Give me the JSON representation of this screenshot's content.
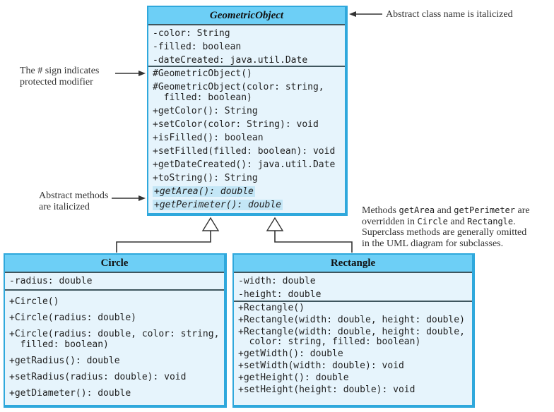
{
  "colors": {
    "header_bg": "#6dcff6",
    "body_bg": "#e6f4fc",
    "box_border": "#2fa8dc",
    "compartment_divider": "#3f565e",
    "abstract_highlight": "#c3e6f6",
    "connector_line": "#333333"
  },
  "classes": {
    "geometric_object": {
      "name": "GeometricObject",
      "attributes": [
        "-color: String",
        "-filled: boolean",
        "-dateCreated: java.util.Date"
      ],
      "methods": [
        {
          "text": "#GeometricObject()"
        },
        {
          "text": "#GeometricObject(color: string,\n  filled: boolean)"
        },
        {
          "text": "+getColor(): String"
        },
        {
          "text": "+setColor(color: String): void"
        },
        {
          "text": "+isFilled(): boolean"
        },
        {
          "text": "+setFilled(filled: boolean): void"
        },
        {
          "text": "+getDateCreated(): java.util.Date"
        },
        {
          "text": "+toString(): String"
        },
        {
          "text": "+getArea(): double",
          "italic": true
        },
        {
          "text": "+getPerimeter(): double",
          "italic": true
        }
      ]
    },
    "circle": {
      "name": "Circle",
      "attributes": [
        "-radius: double"
      ],
      "methods": [
        {
          "text": "+Circle()"
        },
        {
          "text": "+Circle(radius: double)"
        },
        {
          "text": "+Circle(radius: double, color: string,\n  filled: boolean)"
        },
        {
          "text": "+getRadius(): double"
        },
        {
          "text": "+setRadius(radius: double): void"
        },
        {
          "text": "+getDiameter(): double"
        }
      ]
    },
    "rectangle": {
      "name": "Rectangle",
      "attributes": [
        "-width: double",
        "-height: double"
      ],
      "methods": [
        {
          "text": "+Rectangle()"
        },
        {
          "text": "+Rectangle(width: double, height: double)"
        },
        {
          "text": "+Rectangle(width: double, height: double,\n  color: string, filled: boolean)"
        },
        {
          "text": "+getWidth(): double"
        },
        {
          "text": "+setWidth(width: double): void"
        },
        {
          "text": "+getHeight(): double"
        },
        {
          "text": "+setHeight(height: double): void"
        }
      ]
    }
  },
  "annotations": {
    "abstract_class_note": "Abstract class name is italicized",
    "protected_note": {
      "line1": "The # sign indicates",
      "line2": "protected modifier"
    },
    "abstract_methods_note": {
      "line1": "Abstract methods",
      "line2": "are italicized"
    },
    "override_note_segments": [
      {
        "text": "Methods "
      },
      {
        "text": "getArea",
        "mono": true
      },
      {
        "text": " and "
      },
      {
        "text": "getPerimeter",
        "mono": true
      },
      {
        "text": " are"
      },
      {
        "br": true
      },
      {
        "text": "overridden in "
      },
      {
        "text": "Circle",
        "mono": true
      },
      {
        "text": " and "
      },
      {
        "text": "Rectangle",
        "mono": true
      },
      {
        "text": "."
      },
      {
        "br": true
      },
      {
        "text": "Superclass methods are generally omitted"
      },
      {
        "br": true
      },
      {
        "text": "in the UML diagram for subclasses."
      }
    ]
  }
}
